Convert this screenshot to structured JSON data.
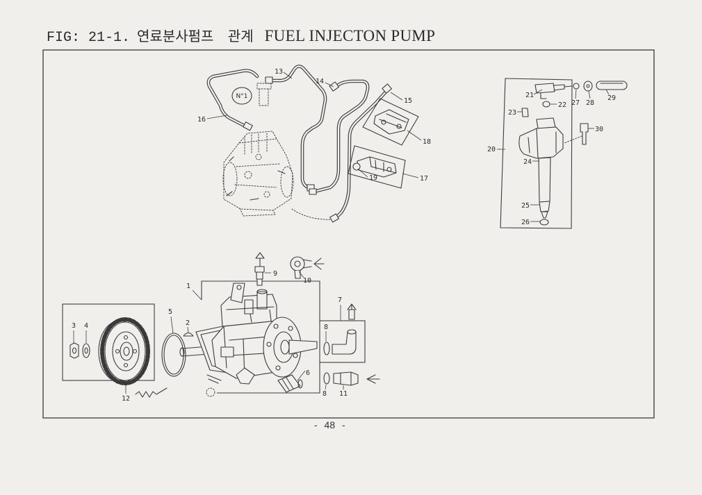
{
  "figure": {
    "label": "FIG: 21-1.",
    "title_ko": "연료분사펌프 관계",
    "title_en": "FUEL INJECTON PUMP"
  },
  "page_number": "- 48 -",
  "callouts": {
    "cylinder_mark": "N°1",
    "injection_lines": [
      "13",
      "14",
      "15",
      "16",
      "17",
      "18",
      "19"
    ],
    "nozzle_holder": [
      "20",
      "21",
      "22",
      "23",
      "24",
      "25",
      "26",
      "27",
      "28",
      "29",
      "30"
    ],
    "pump": [
      "1",
      "2",
      "3",
      "4",
      "5",
      "6",
      "7",
      "8",
      "8",
      "9",
      "10",
      "11",
      "12"
    ]
  }
}
